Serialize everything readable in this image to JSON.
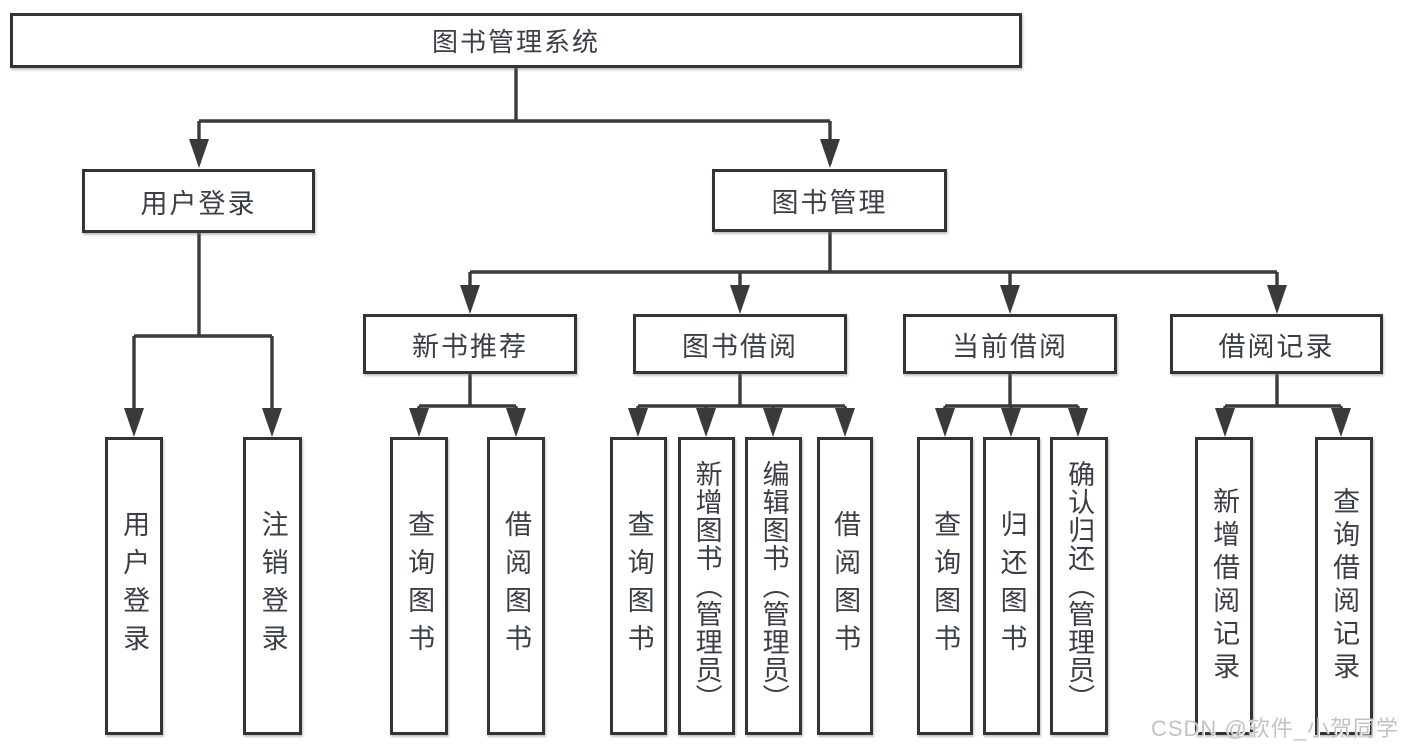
{
  "diagram_title": "图书管理系统",
  "colors": {
    "line": "#3a3a3a",
    "border": "#343434",
    "text": "#3a3f47",
    "background": "#ffffff",
    "watermark": "#c3c3c3"
  },
  "nodes": {
    "root": "图书管理系统",
    "user_login": "用户登录",
    "book_management": "图书管理",
    "new_book_recommend": "新书推荐",
    "book_borrow": "图书借阅",
    "current_borrow": "当前借阅",
    "borrow_records": "借阅记录",
    "leaf_user_login": "用户登录",
    "leaf_logout": "注销登录",
    "leaf_query_books_recommend": "查询图书",
    "leaf_borrow_books_recommend": "借阅图书",
    "leaf_query_books_borrow": "查询图书",
    "leaf_add_books_admin": "新增图书（管理员）",
    "leaf_edit_books_admin": "编辑图书（管理员）",
    "leaf_borrow_books_borrow": "借阅图书",
    "leaf_query_books_current": "查询图书",
    "leaf_return_books": "归还图书",
    "leaf_confirm_return_admin": "确认归还（管理员）",
    "leaf_add_borrow_record": "新增借阅记录",
    "leaf_query_borrow_record": "查询借阅记录"
  },
  "hierarchy": {
    "图书管理系统": {
      "用户登录": [
        "用户登录",
        "注销登录"
      ],
      "图书管理": {
        "新书推荐": [
          "查询图书",
          "借阅图书"
        ],
        "图书借阅": [
          "查询图书",
          "新增图书（管理员）",
          "编辑图书（管理员）",
          "借阅图书"
        ],
        "当前借阅": [
          "查询图书",
          "归还图书",
          "确认归还（管理员）"
        ],
        "借阅记录": [
          "新增借阅记录",
          "查询借阅记录"
        ]
      }
    }
  },
  "watermark": {
    "text": "CSDN @软件_小贺同学"
  }
}
